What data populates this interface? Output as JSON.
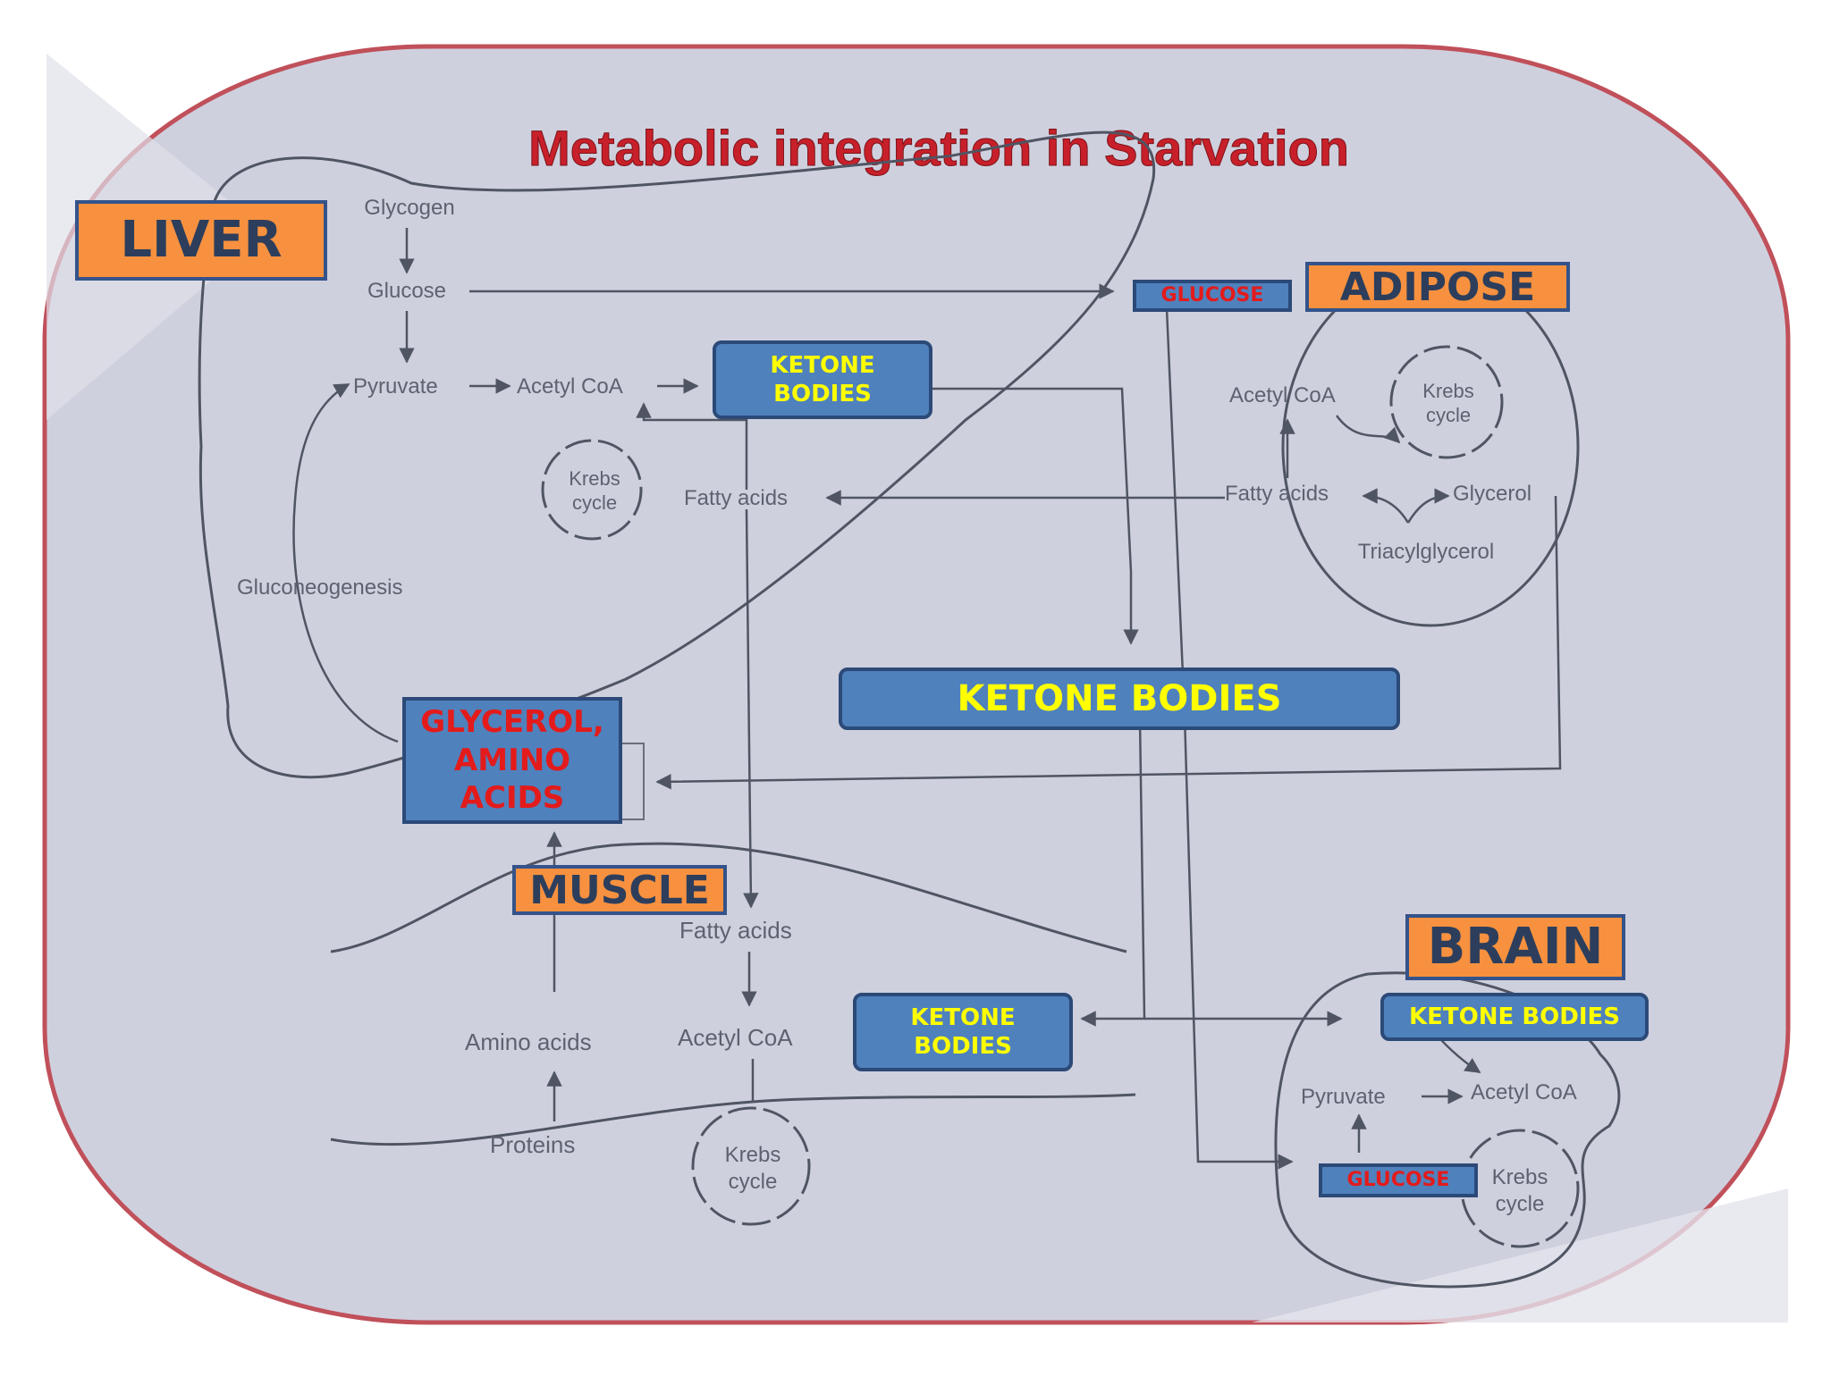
{
  "title": "Metabolic integration in Starvation",
  "organs": {
    "liver": "LIVER",
    "adipose": "ADIPOSE",
    "muscle": "MUSCLE",
    "brain": "BRAIN"
  },
  "overlay_labels": {
    "liver_ketone_bodies": "KETONE BODIES",
    "center_ketone_bodies": "KETONE BODIES",
    "muscle_ketone_bodies": "KETONE BODIES",
    "brain_ketone_bodies": "KETONE BODIES",
    "glycerol_amino_acids": "GLYCEROL, AMINO ACIDS",
    "adipose_glucose": "GLUCOSE",
    "brain_glucose": "GLUCOSE"
  },
  "liver_terms": {
    "glycogen": "Glycogen",
    "glucose": "Glucose",
    "pyruvate": "Pyruvate",
    "acetyl_coa": "Acetyl CoA",
    "krebs_line1": "Krebs",
    "krebs_line2": "cycle",
    "fatty_acids": "Fatty acids",
    "gluconeogenesis": "Gluconeogenesis"
  },
  "adipose_terms": {
    "acetyl_coa": "Acetyl CoA",
    "krebs_line1": "Krebs",
    "krebs_line2": "cycle",
    "fatty_acids": "Fatty acids",
    "glycerol": "Glycerol",
    "triacylglycerol": "Triacylglycerol"
  },
  "muscle_terms": {
    "fatty_acids": "Fatty acids",
    "amino_acids": "Amino acids",
    "acetyl_coa": "Acetyl CoA",
    "proteins": "Proteins",
    "krebs_line1": "Krebs",
    "krebs_line2": "cycle"
  },
  "brain_terms": {
    "pyruvate": "Pyruvate",
    "acetyl_coa": "Acetyl CoA",
    "krebs_line1": "Krebs",
    "krebs_line2": "cycle"
  },
  "colors": {
    "title_red": "#c8202a",
    "organ_fill": "#f7913f",
    "box_blue": "#4f81bd",
    "label_yellow": "#ffff00",
    "label_red": "#e31b1b",
    "background_panel": "#cfd0de",
    "border_red": "#c0505a"
  }
}
